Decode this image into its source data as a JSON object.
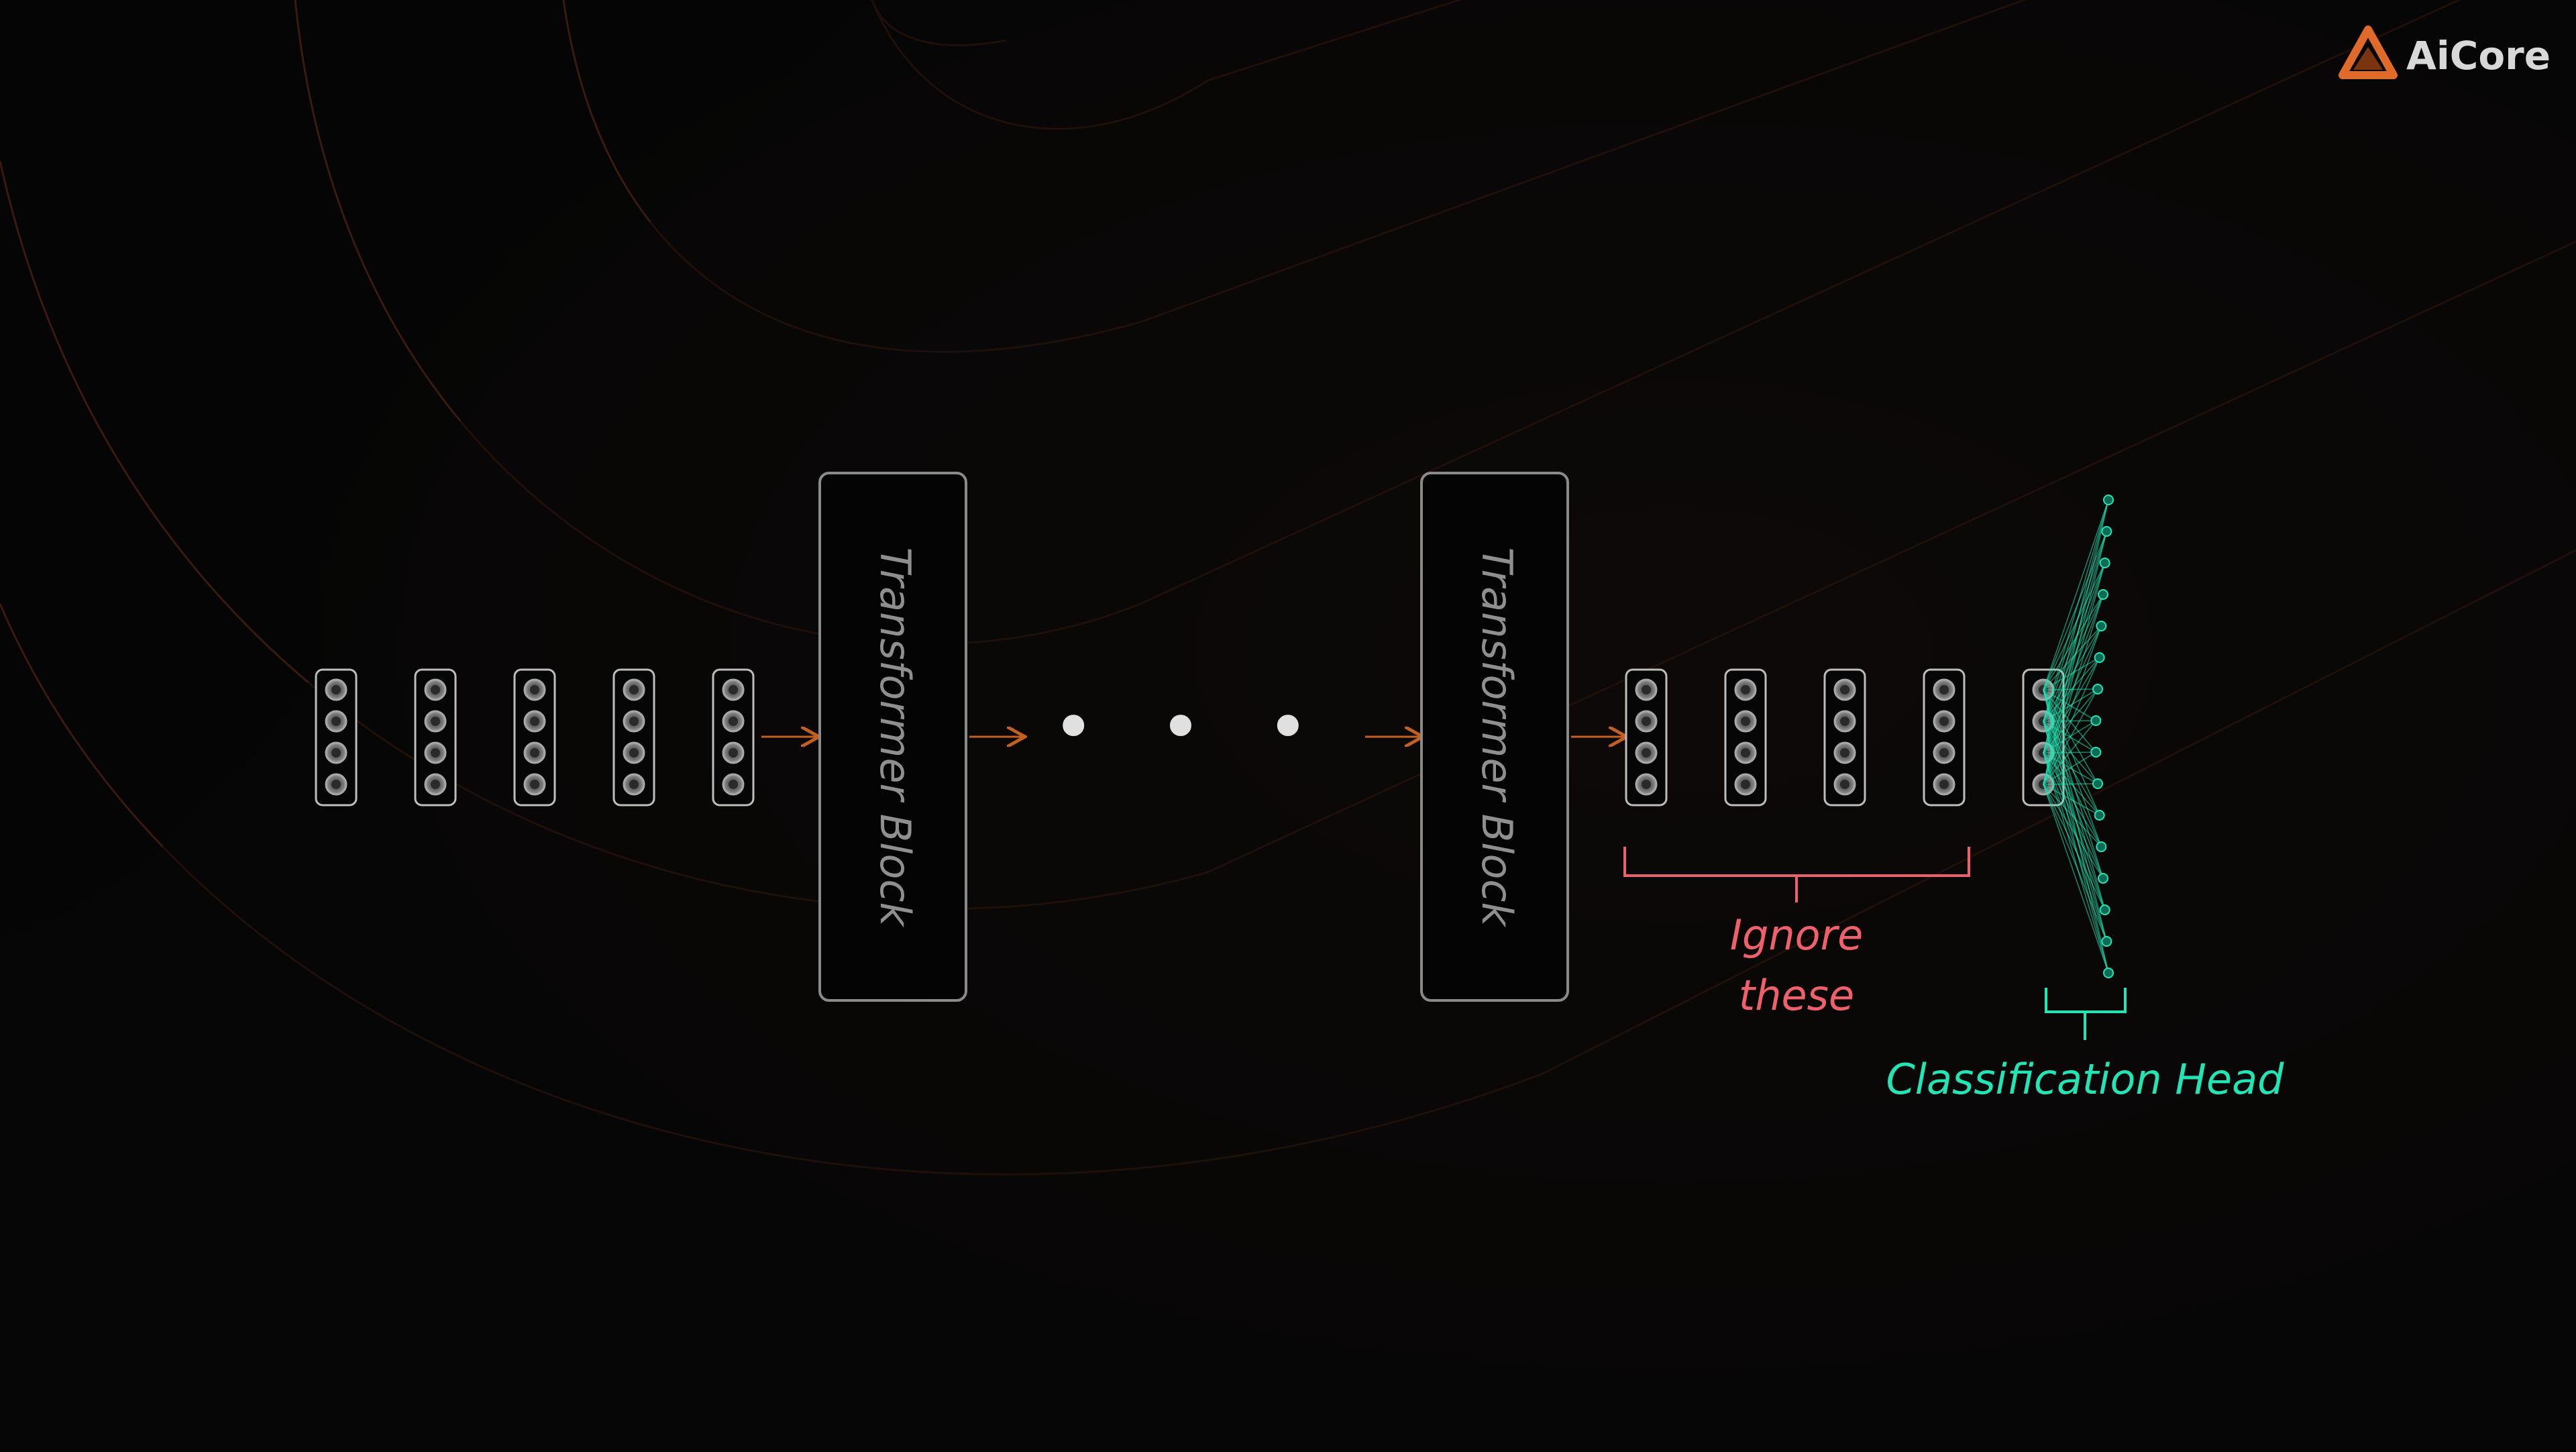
{
  "brand": {
    "name": "AiCore",
    "logo": "aicore-triangle-logo",
    "logo_color": "#e06a2a"
  },
  "colors": {
    "background": "#050505",
    "arrow": "#c4601f",
    "token_border": "#bdbdbd",
    "block_border": "#8a8a8a",
    "ignore": "#f0606a",
    "head": "#21e5b5",
    "decor_line": "#3a1a0c"
  },
  "diagram": {
    "block_label": "Transformer Block",
    "ellipsis": "• • •",
    "ignore_label_line1": "Ignore",
    "ignore_label_line2": "these",
    "head_label": "Classification Head",
    "input_token_count": 5,
    "output_token_count": 5,
    "nodes_per_token": 4,
    "head_output_nodes": 16
  }
}
